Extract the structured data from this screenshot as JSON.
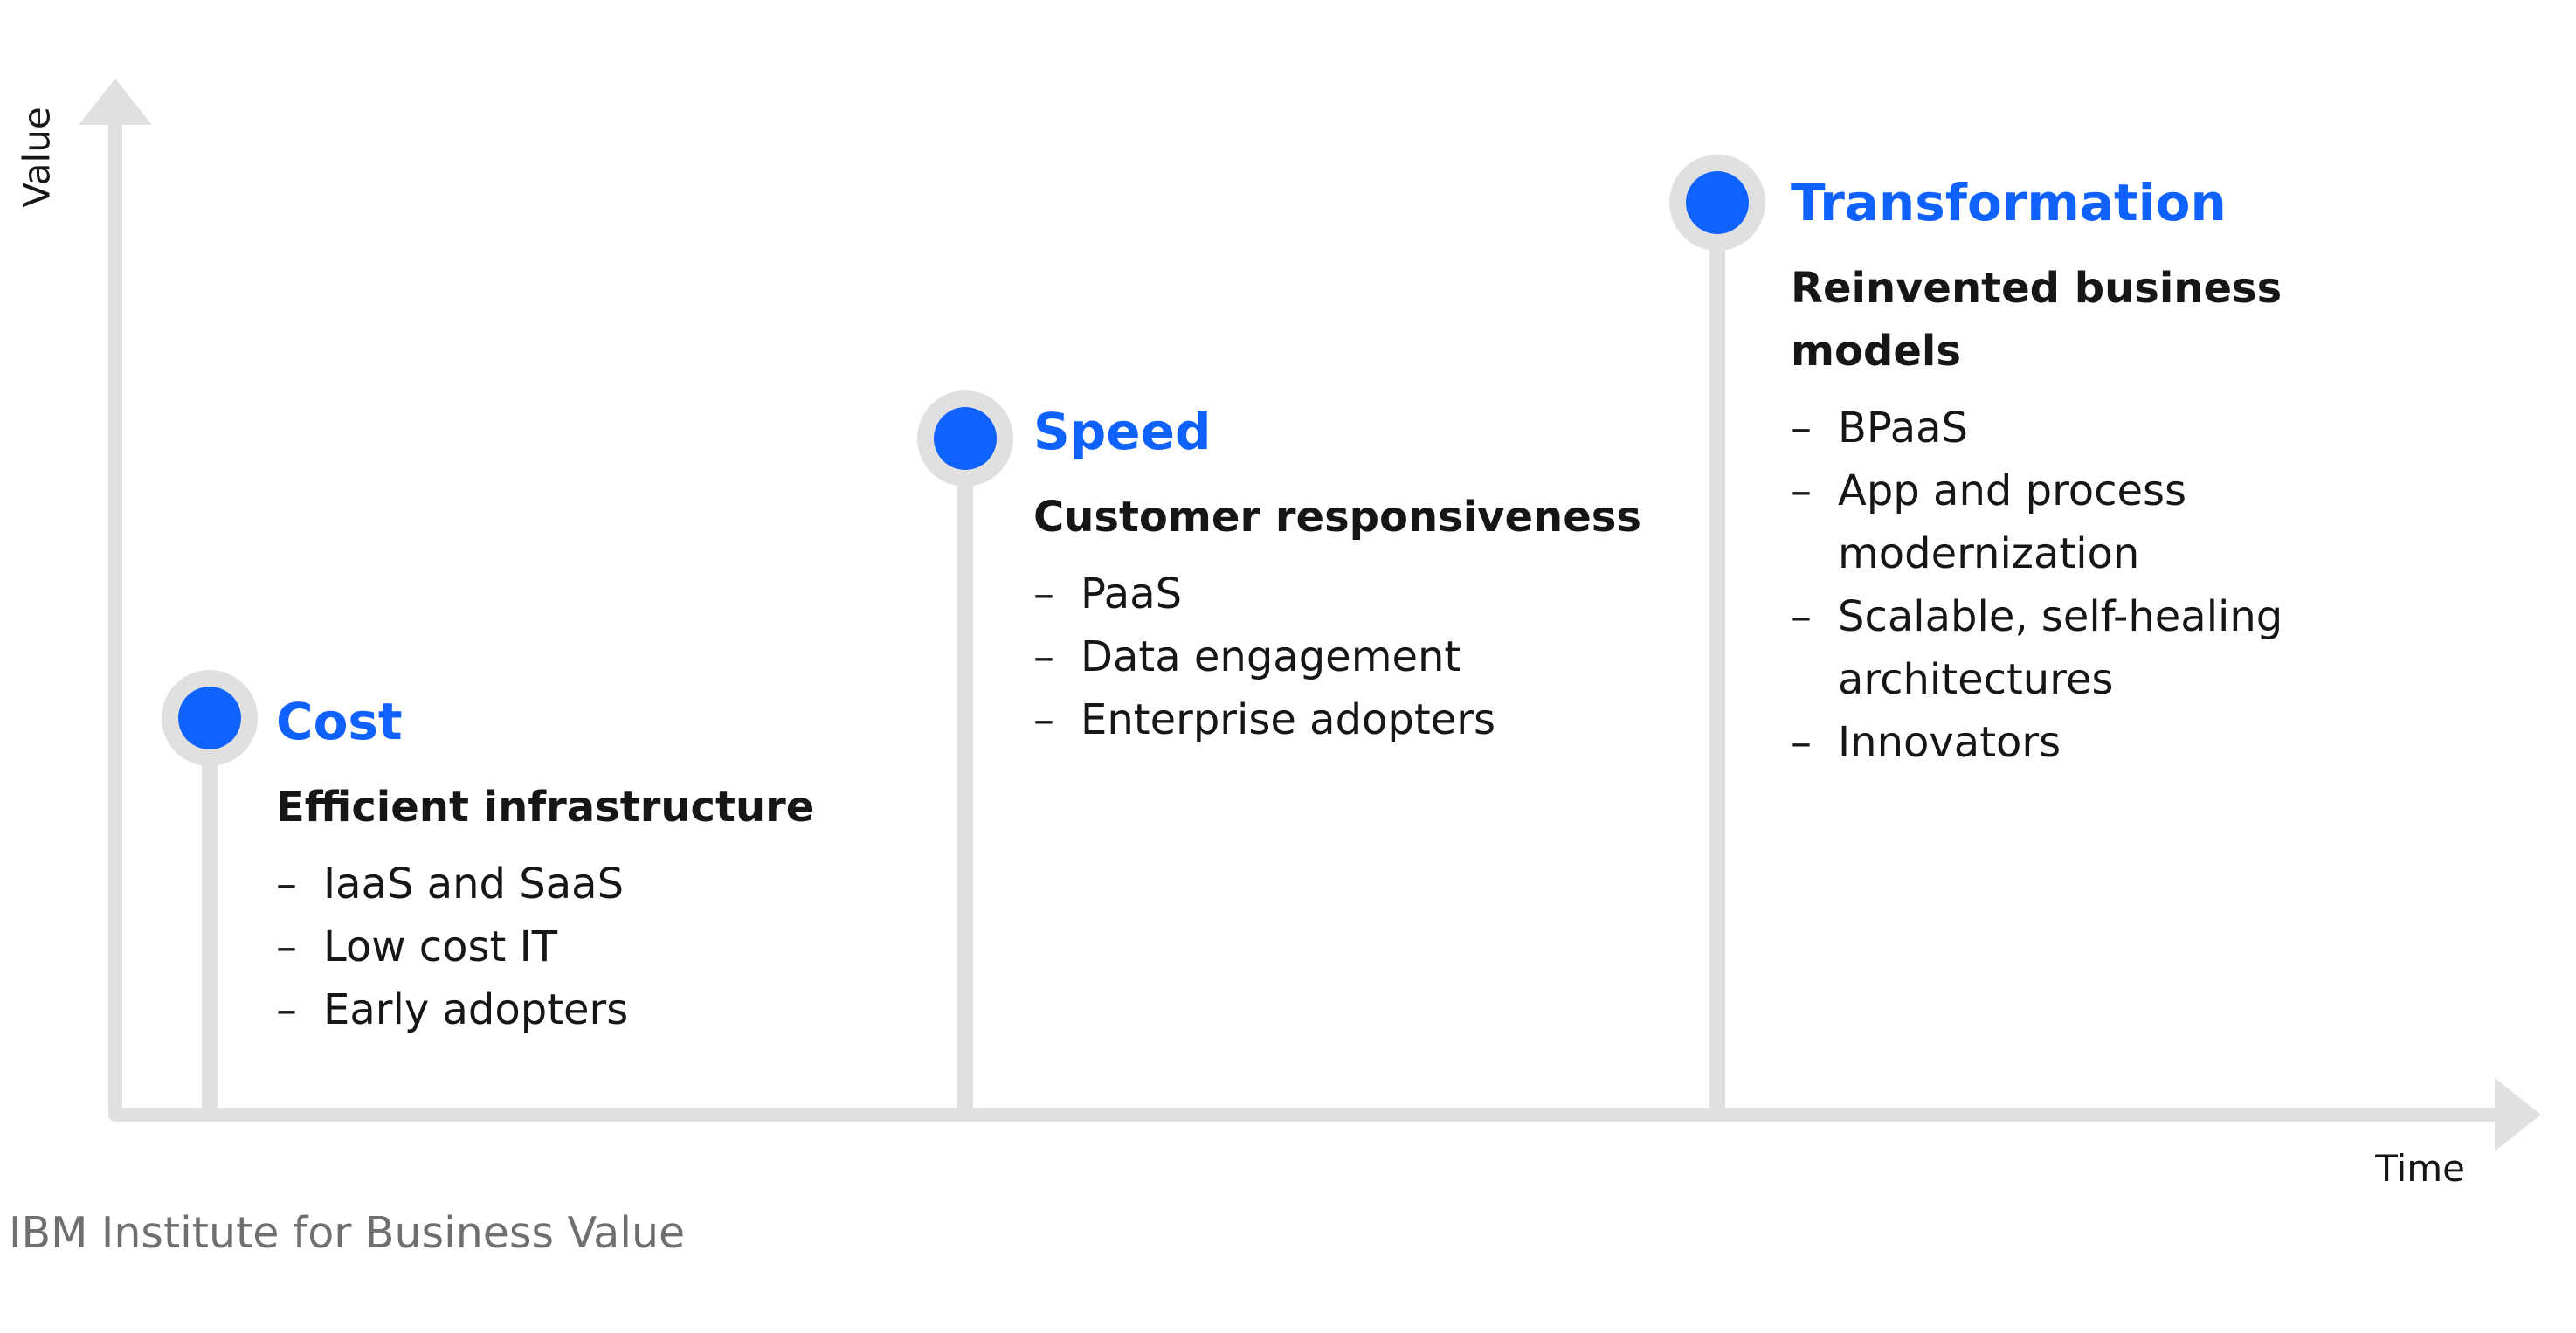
{
  "axes": {
    "y_label": "Value",
    "x_label": "Time"
  },
  "source": "IBM Institute for Business Value",
  "colors": {
    "accent": "#0f62fe",
    "axis": "#e0e0e0",
    "text": "#161616",
    "muted": "#6f6f6f"
  },
  "stages": [
    {
      "title": "Cost",
      "subtitle_lines": [
        "Efficient infrastructure"
      ],
      "items": [
        [
          "IaaS and SaaS"
        ],
        [
          "Low cost IT"
        ],
        [
          "Early adopters"
        ]
      ]
    },
    {
      "title": "Speed",
      "subtitle_lines": [
        "Customer responsiveness"
      ],
      "items": [
        [
          "PaaS"
        ],
        [
          "Data engagement"
        ],
        [
          "Enterprise adopters"
        ]
      ]
    },
    {
      "title": "Transformation",
      "subtitle_lines": [
        "Reinvented business",
        "models"
      ],
      "items": [
        [
          "BPaaS"
        ],
        [
          "App and process",
          "modernization"
        ],
        [
          "Scalable, self-healing",
          "architectures"
        ],
        [
          "Innovators"
        ]
      ]
    }
  ]
}
